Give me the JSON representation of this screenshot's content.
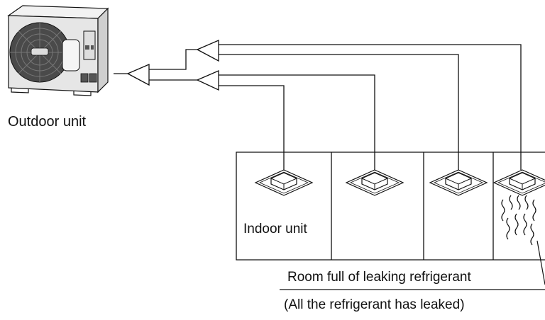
{
  "labels": {
    "outdoor_unit": "Outdoor unit",
    "indoor_unit": "Indoor unit",
    "room_caption": "Room full of leaking refrigerant",
    "room_subcaption": "(All the refrigerant has leaked)"
  },
  "colors": {
    "line": "#111111",
    "unit_body": "#e8e8e8",
    "unit_fan": "#3a3a3a",
    "background": "#ffffff"
  },
  "rooms": [
    {
      "id": "room-1",
      "has_label": true,
      "leaking": false
    },
    {
      "id": "room-2",
      "has_label": false,
      "leaking": false
    },
    {
      "id": "room-3",
      "has_label": false,
      "leaking": false
    },
    {
      "id": "room-4",
      "has_label": false,
      "leaking": true
    }
  ],
  "icons": [
    "outdoor-unit-icon",
    "cassette-indoor-unit-icon",
    "branch-joint-icon",
    "refrigerant-leak-icon"
  ]
}
